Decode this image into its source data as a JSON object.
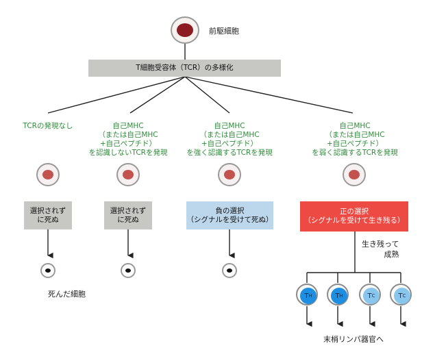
{
  "top": {
    "progenitor_label": "前駆細胞",
    "diversification_label": "T細胞受容体（TCR）の多様化"
  },
  "branches": [
    {
      "heading": [
        "TCRの発現なし"
      ],
      "outcome": [
        "選択されず",
        "に死ぬ"
      ]
    },
    {
      "heading": [
        "自己MHC",
        "（または自己MHC",
        "+自己ペプチド）",
        "を認識しないTCRを発現"
      ],
      "outcome": [
        "選択されず",
        "に死ぬ"
      ]
    },
    {
      "heading": [
        "自己MHC",
        "（または自己MHC",
        "+自己ペプチド）",
        "を強く認識するTCRを発現"
      ],
      "outcome": [
        "負の選択",
        "（シグナルを受けて死ぬ）"
      ]
    },
    {
      "heading": [
        "自己MHC",
        "（または自己MHC",
        "+自己ペプチド）",
        "を弱く認識するTCRを発現"
      ],
      "outcome": [
        "正の選択",
        "（シグナルを受けて生き残る）"
      ]
    }
  ],
  "dead_cell_label": "死んだ細胞",
  "survive_label": [
    "生き残って",
    "成熟"
  ],
  "t_cells": [
    {
      "main": "T",
      "sub": "H",
      "icon": "helper-t-cell-icon",
      "color": "#1e8ee0"
    },
    {
      "main": "T",
      "sub": "H",
      "icon": "helper-t-cell-icon",
      "color": "#1e8ee0"
    },
    {
      "main": "T",
      "sub": "C",
      "icon": "cytotoxic-t-cell-icon",
      "color": "#89c6ee"
    },
    {
      "main": "T",
      "sub": "C",
      "icon": "cytotoxic-t-cell-icon",
      "color": "#89c6ee"
    }
  ],
  "destination_label": "末梢リンパ器官へ",
  "colors": {
    "heading_green": "#2e8b3a",
    "gray_box": "#c7c7c3",
    "blue_box": "#bcd7ec",
    "red_box": "#ee4a44",
    "cell_nucleus": "#8c1c22"
  }
}
